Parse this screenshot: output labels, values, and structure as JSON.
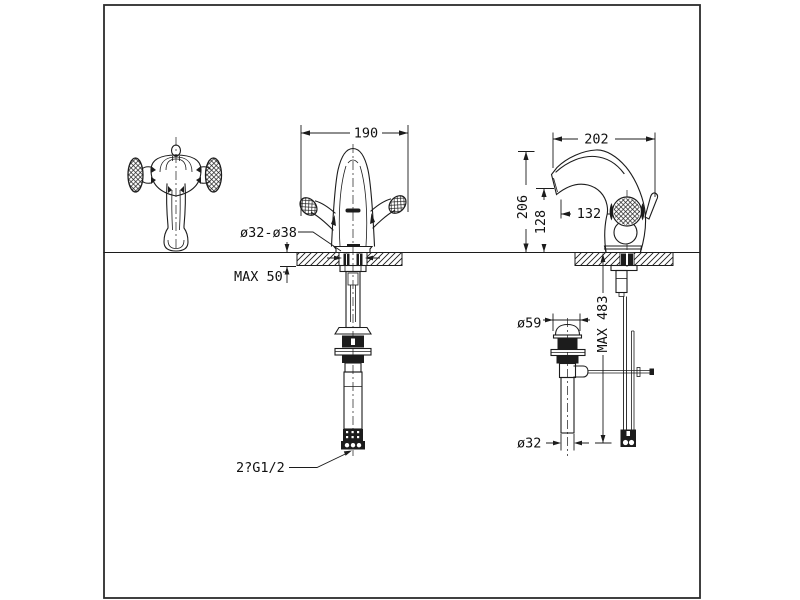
{
  "page": {
    "background": "#ffffff",
    "frame_color": "#2b2b2b",
    "line_color": "#1c1c1c",
    "drawing_type": "faucet installation technical drawing"
  },
  "dimensions": {
    "front_width": "190",
    "mounting_hole": "ø32-ø38",
    "max_deck_thickness": "MAX 50",
    "inlet_connection": "2?G1/2",
    "side_width": "202",
    "spout_height": "206",
    "outlet_height": "128",
    "spout_reach": "132",
    "drain_flange_diameter": "ø59",
    "max_length": "MAX 483",
    "drain_pipe_diameter": "ø32"
  }
}
